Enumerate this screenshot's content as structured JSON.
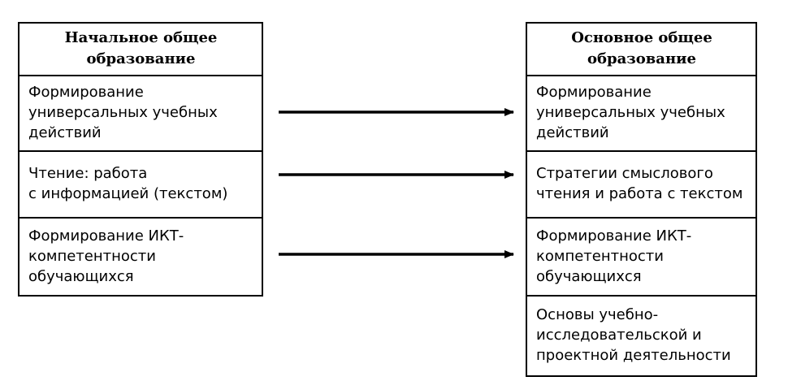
{
  "left_column": {
    "header": [
      "Начальное общее",
      "образование"
    ],
    "rows": [
      [
        "Формирование",
        "универсальных учебных",
        "действий"
      ],
      [
        "Чтение: работа",
        "с информацией (текстом)"
      ],
      [
        "Формирование ИКТ-",
        "компетентности",
        "обучающихся"
      ]
    ]
  },
  "right_column": {
    "header": [
      "Основное общее",
      "образование"
    ],
    "rows": [
      [
        "Формирование",
        "универсальных учебных",
        "действий"
      ],
      [
        "Стратегии смыслового",
        "чтения и работа с текстом"
      ],
      [
        "Формирование ИКТ-",
        "компетентности",
        "обучающихся"
      ],
      [
        "Основы учебно-",
        "исследовательской и",
        "проектной деятельности"
      ]
    ]
  },
  "arrows": [
    {
      "from": "left.rows.0",
      "to": "right.rows.0"
    },
    {
      "from": "left.rows.1",
      "to": "right.rows.1"
    },
    {
      "from": "left.rows.2",
      "to": "right.rows.2"
    }
  ],
  "colors": {
    "border": "#000000",
    "background": "#ffffff",
    "text": "#000000"
  }
}
